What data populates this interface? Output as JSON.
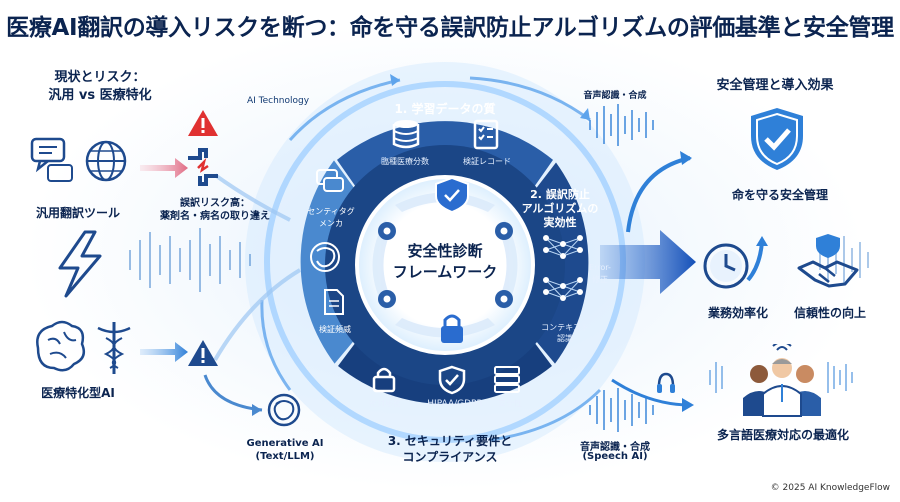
{
  "title": "医療AI翻訳の導入リスクを断つ：命を守る誤訳防止アルゴリズムの評価基準と安全管理",
  "left": {
    "heading_line1": "現状とリスク：",
    "heading_line2": "汎用 vs 医療特化",
    "generic_tool": "汎用翻訳ツール",
    "risk_line1": "誤訳リスク高：",
    "risk_line2": "薬剤名・病名の取り違え",
    "medical_ai": "医療特化型AI",
    "ai_technology": "AI Technology",
    "generative_line1": "Generative AI",
    "generative_line2": "(Text/LLM)"
  },
  "ring": {
    "center_line1": "安全性診断",
    "center_line2": "フレームワーク",
    "section1_title": "1. 学習データの質",
    "section1_item1": "臨種医療分数",
    "section1_item2": "検証レコード",
    "section2_line1": "2. 誤訳防止",
    "section2_line2": "アルゴリズムの",
    "section2_line3": "実効性",
    "error_line1": "Error-",
    "error_line2": "修正",
    "context_line1": "コンテキスト",
    "context_line2": "認識",
    "left_item_line1": "センティタグ",
    "left_item_line2": "メンカ",
    "left_item2": "検証頻威",
    "bottom_item1": "密封秘密",
    "bottom_item2": "HIPAA/GDPR",
    "bottom_item3": "安全性",
    "section3_line1": "3. セキュリティ要件と",
    "section3_line2": "コンプライアンス"
  },
  "right": {
    "heading": "安全管理と導入効果",
    "safety": "命を守る安全管理",
    "efficiency": "業務効率化",
    "trust": "信頼性の向上",
    "multilingual": "多言語医療対応の最適化",
    "speech_top": "音声認識・合成",
    "speech_bottom_line1": "音声認識・合成",
    "speech_bottom_line2": "(Speech AI)"
  },
  "footer": "© 2025 AI KnowledgeFlow",
  "colors": {
    "navy": "#0b2450",
    "ring_dark": "#1d4b8f",
    "ring_light": "#3f7fc8",
    "accent_blue": "#2f80d8",
    "alert_red": "#e03131",
    "glow": "#bfe0ff"
  }
}
